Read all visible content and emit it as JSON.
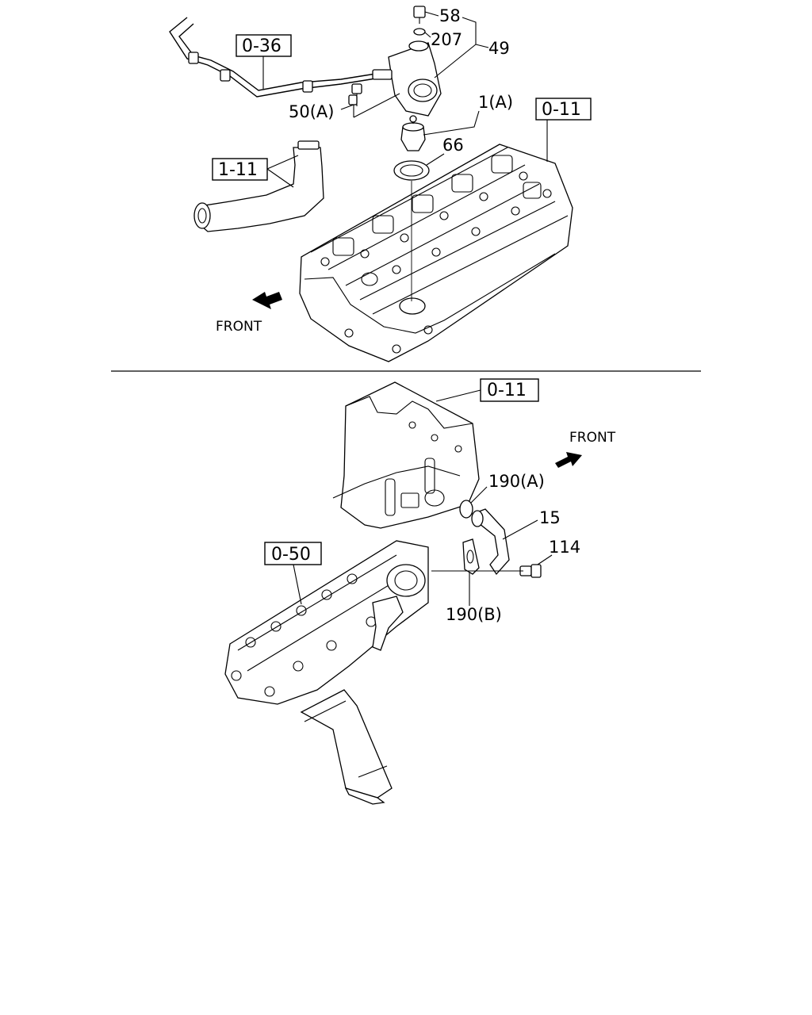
{
  "upper_view": {
    "refs": [
      "0-36",
      "0-11",
      "1-11"
    ],
    "callouts": [
      "58",
      "207",
      "49",
      "50(A)",
      "1(A)",
      "66"
    ],
    "front_label": "FRONT"
  },
  "lower_view": {
    "refs": [
      "0-11",
      "0-50"
    ],
    "callouts": [
      "190(A)",
      "15",
      "114",
      "190(B)"
    ],
    "front_label": "FRONT"
  }
}
